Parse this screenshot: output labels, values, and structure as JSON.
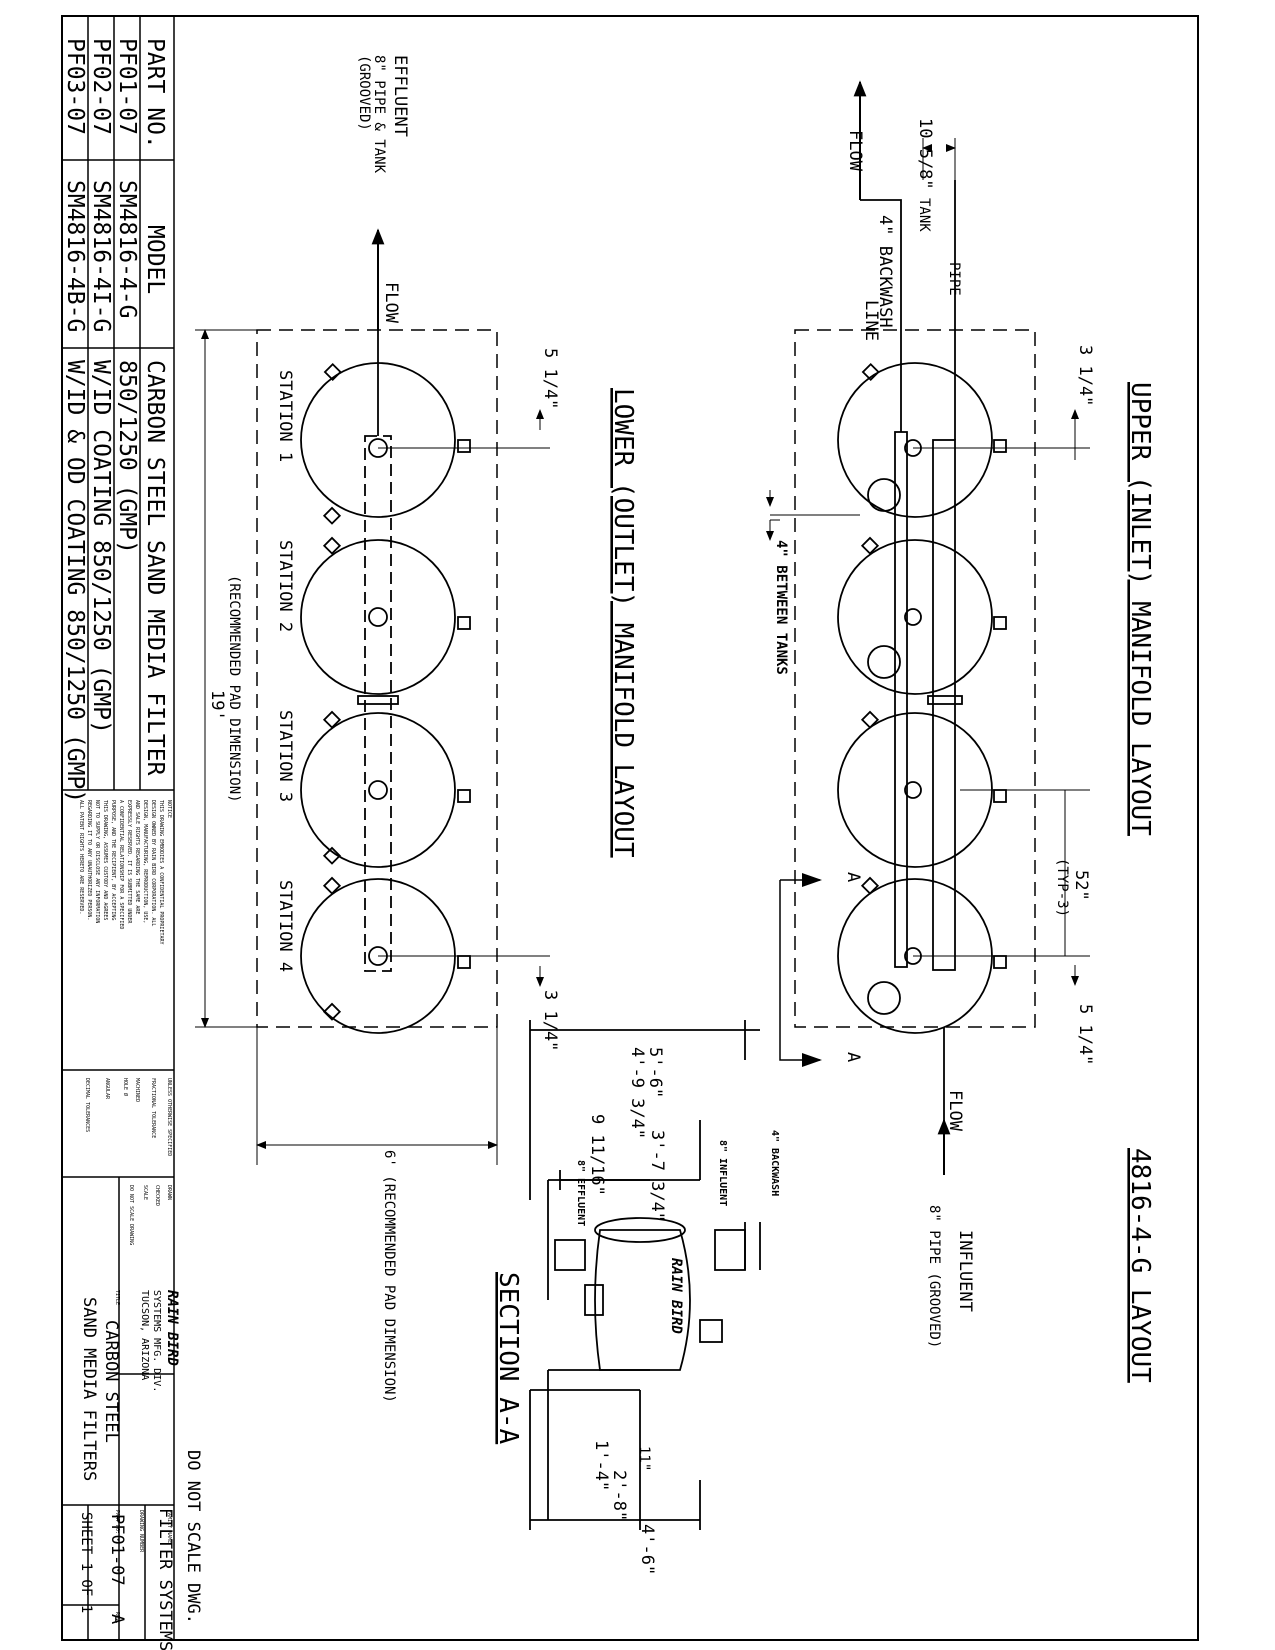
{
  "colors": {
    "ink": "#000000",
    "paper": "#ffffff"
  },
  "drawing": {
    "main_title": "4816-4-G LAYOUT",
    "upper_title": "UPPER (INLET) MANIFOLD LAYOUT",
    "lower_title": "LOWER (OUTLET) MANIFOLD LAYOUT",
    "section_title": "SECTION A-A",
    "do_not_scale": "DO NOT SCALE DWG.",
    "flow": "FLOW",
    "influent_line1": "INFLUENT",
    "influent_line2": "8\" PIPE (GROOVED)",
    "effluent_line1": "EFFLUENT",
    "effluent_line2": "8\" PIPE & TANK",
    "effluent_line3": "(GROOVED)",
    "upper": {
      "dim_tank_cl": "10 5/8\"",
      "tank_label": "TANK",
      "backwash_line1": "4\" BACKWASH",
      "backwash_line2": "LINE",
      "pipe_label": "PIPE",
      "dim_top": "3 1/4\"",
      "between_tanks": "4\" BETWEEN TANKS",
      "dim_52": "52\"",
      "dim_typ": "(TYP-3)",
      "dim_bottom": "5 1/4\"",
      "section_mark": "A"
    },
    "lower": {
      "dim_top": "5 1/4\"",
      "dim_bottom": "3 1/4\"",
      "stations": [
        "STATION 1",
        "STATION 2",
        "STATION 3",
        "STATION 4"
      ],
      "recommended_pad": "(RECOMMENDED PAD DIMENSION)",
      "dim_19": "19'",
      "dim_6": "6' (RECOMMENDED PAD DIMENSION)"
    },
    "section": {
      "dim_5_6": "5'-6\"",
      "dim_4_9": "4'-9 3/4\"",
      "dim_3_7": "3'-7 3/4\"",
      "dim_9_11": "9 11/16\"",
      "backwash": "4\" BACKWASH",
      "influent": "8\" INFLUENT",
      "effluent": "8\" EFFLUENT",
      "dim_11": "11\"",
      "dim_1_4": "1'-4\"",
      "dim_2_8": "2'-8\"",
      "dim_4_6": "4'-6\"",
      "logo_text": "RAIN BIRD"
    }
  },
  "parts_table": {
    "headers": [
      "PART NO.",
      "MODEL",
      "CARBON STEEL SAND MEDIA FILTER"
    ],
    "rows": [
      [
        "PF01-07",
        "SM4816-4-G",
        "850/1250 (GMP)"
      ],
      [
        "PF02-07",
        "SM4816-4I-G",
        "W/ID COATING 850/1250 (GMP)"
      ],
      [
        "PF03-07",
        "SM4816-4B-G",
        "W/ID & OD COATING 850/1250 (GMP)"
      ]
    ]
  },
  "title_block": {
    "company": "RAIN BIRD",
    "division": "SYSTEMS MFG. DIV.",
    "location": "TUCSON, ARIZONA",
    "title_label": "TITLE",
    "title_line1": "CARBON STEEL",
    "title_line2": "SAND MEDIA FILTERS",
    "family_label": "FAMILY NAME",
    "family_name": "FILTER SYSTEMS",
    "drawing_number_label": "DRAWING NUMBER",
    "part_no_label": "PART NO.",
    "rev_label": "REV.",
    "part_no": "PF01-07",
    "rev": "A",
    "sheet": "SHEET 1 OF 1",
    "tolerance_lines": [
      "UNLESS OTHERWISE SPECIFIED",
      "FRACTIONAL TOLERANCE",
      "MACHINED",
      "HOLE Ø",
      "ANGULAR",
      "DECIMAL TOLERANCES"
    ],
    "signoff_lines": [
      "DRAWN",
      "CHECKED",
      "SCALE",
      "DO NOT SCALE DRAWING"
    ],
    "notice_lines": [
      "NOTICE",
      "THIS DRAWING EMBODIES A CONFIDENTIAL PROPRIETARY",
      "DESIGN OWNED BY RAIN BIRD CORPORATION. ALL",
      "DESIGN, MANUFACTURING, REPRODUCTION, USE,",
      "AND SALE RIGHTS REGARDING THE SAME ARE",
      "EXPRESSLY RESERVED. IT IS SUBMITTED UNDER",
      "A CONFIDENTIAL RELATIONSHIP FOR A SPECIFIED",
      "PURPOSE, AND THE RECIPIENT, BY ACCEPTING",
      "THIS DRAWING, ASSUMES CUSTODY AND AGREES",
      "NOT TO SUPPLY OR DISCLOSE ANY INFORMATION",
      "REGARDING IT TO ANY UNAUTHORIZED PERSON.",
      "ALL PATENT RIGHTS HERETO ARE RESERVED."
    ]
  }
}
